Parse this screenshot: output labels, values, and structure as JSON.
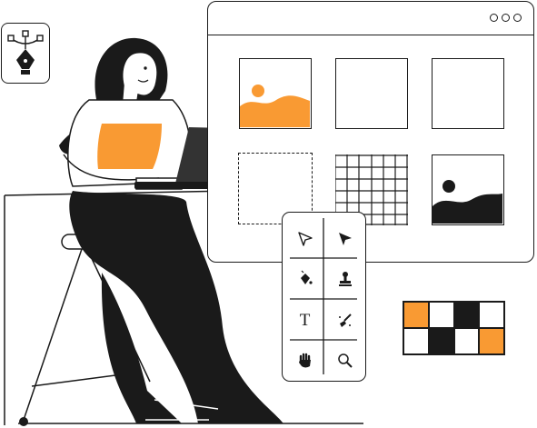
{
  "colors": {
    "accent": "#f99a33",
    "ink": "#1a1a1a",
    "laptop": "#333333",
    "background": "#ffffff"
  },
  "window": {
    "controls": [
      "dot",
      "dot",
      "dot"
    ],
    "thumbnails": [
      {
        "kind": "landscape-image",
        "fill": "orange"
      },
      {
        "kind": "blank"
      },
      {
        "kind": "blank"
      },
      {
        "kind": "grid"
      },
      {
        "kind": "landscape-image",
        "fill": "black"
      }
    ]
  },
  "toolbox": {
    "tools": [
      {
        "icon": "direct-select-arrow-icon"
      },
      {
        "icon": "select-arrow-icon"
      },
      {
        "icon": "fill-bucket-icon"
      },
      {
        "icon": "stamp-icon"
      },
      {
        "icon": "text-tool-icon",
        "label": "T"
      },
      {
        "icon": "brush-icon"
      },
      {
        "icon": "hand-icon"
      },
      {
        "icon": "zoom-icon"
      }
    ]
  },
  "icons": {
    "pen": "pen-tool-icon"
  },
  "checker_pattern": [
    "orange",
    "white",
    "black",
    "white",
    "white",
    "black",
    "white",
    "orange"
  ]
}
